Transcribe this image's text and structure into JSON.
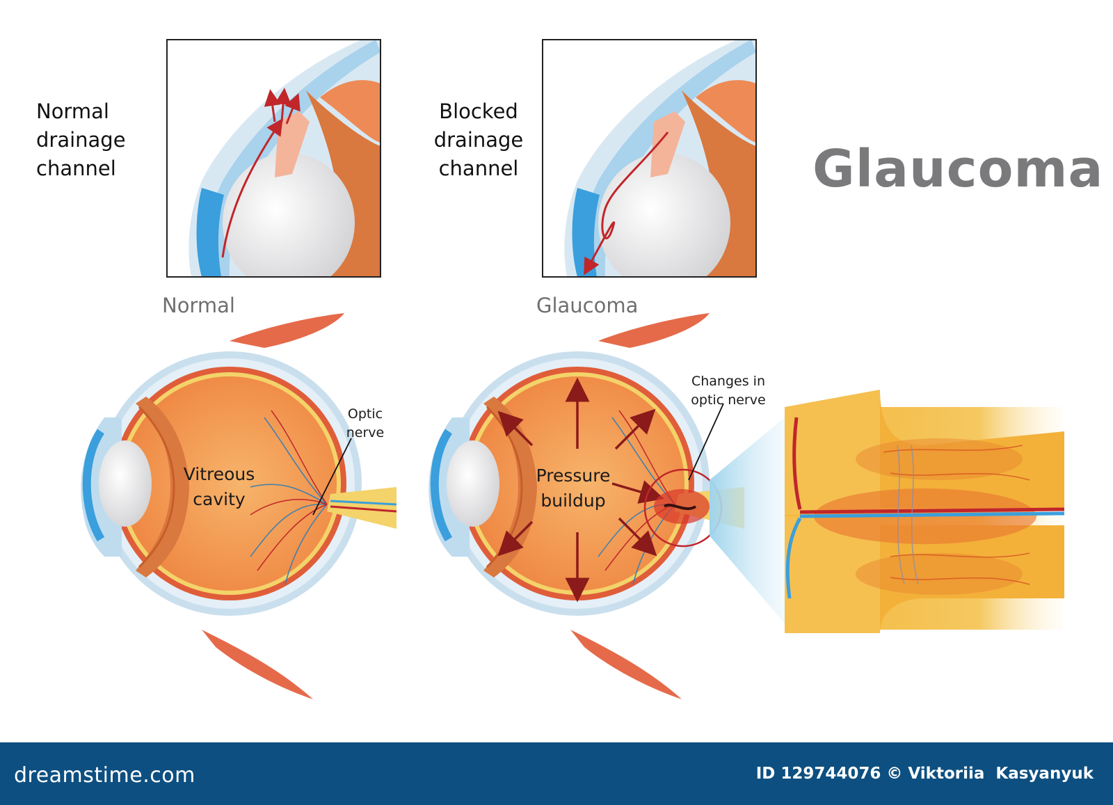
{
  "title": "Glaucoma",
  "insets": {
    "normal_caption": [
      "Normal",
      "drainage",
      "channel"
    ],
    "blocked_caption": [
      "Blocked",
      "drainage",
      "channel"
    ]
  },
  "eyes": {
    "normal_label": "Normal",
    "glaucoma_label": "Glaucoma",
    "vitreous_cavity": [
      "Vitreous",
      "cavity"
    ],
    "optic_nerve": [
      "Optic",
      "nerve"
    ],
    "pressure_buildup": [
      "Pressure",
      "buildup"
    ],
    "changes_optic_nerve": [
      "Changes in",
      "optic nerve"
    ]
  },
  "footer": {
    "brand": "dreamstime.com",
    "credit": "ID 129744076 © Viktoriia  Kasyanyuk"
  },
  "colors": {
    "vitreous": "#f29a52",
    "sclera_outer": "#e2edf5",
    "cornea": "#3a9fdc",
    "muscle": "#e56a4a",
    "nerve_yellow": "#f6c545",
    "footer": "#0d4f80",
    "arrow": "#8b1a1a"
  }
}
